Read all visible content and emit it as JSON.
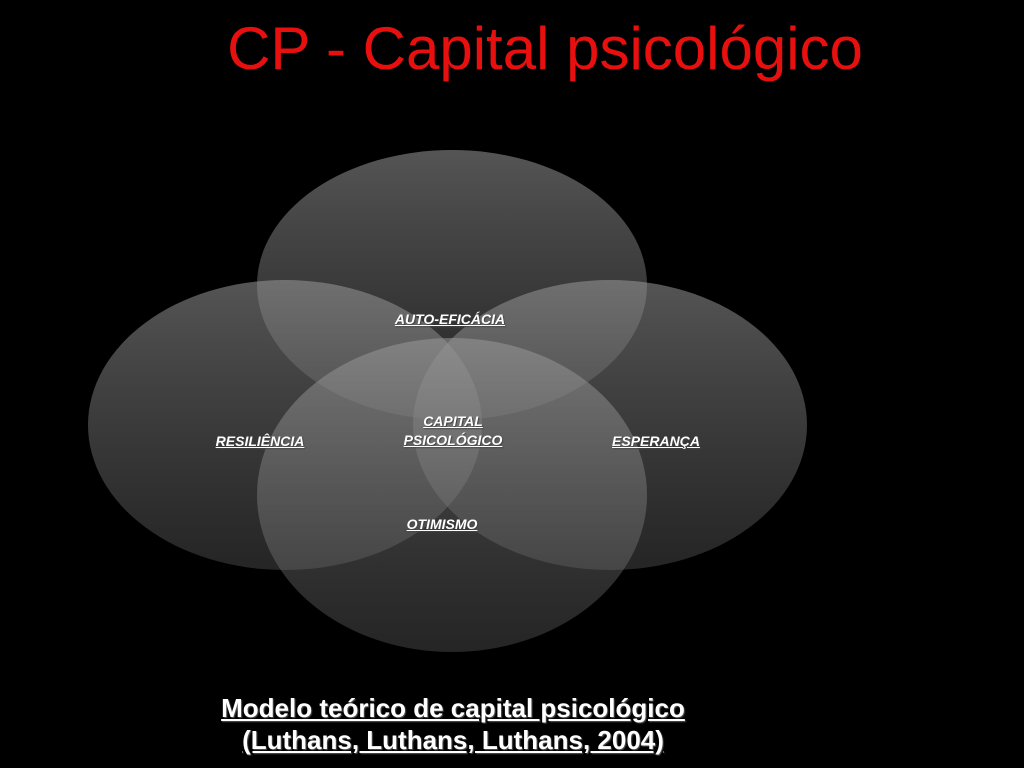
{
  "title": "CP - Capital psicológico",
  "diagram": {
    "type": "venn",
    "sets": [
      "AUTO-EFICÁCIA",
      "RESILIÊNCIA",
      "ESPERANÇA",
      "OTIMISMO"
    ],
    "center": [
      "CAPITAL",
      "PSICOLÓGICO"
    ]
  },
  "caption": {
    "line1": "Modelo teórico de capital psicológico",
    "line2": "(Luthans, Luthans, Luthans, 2004)"
  }
}
